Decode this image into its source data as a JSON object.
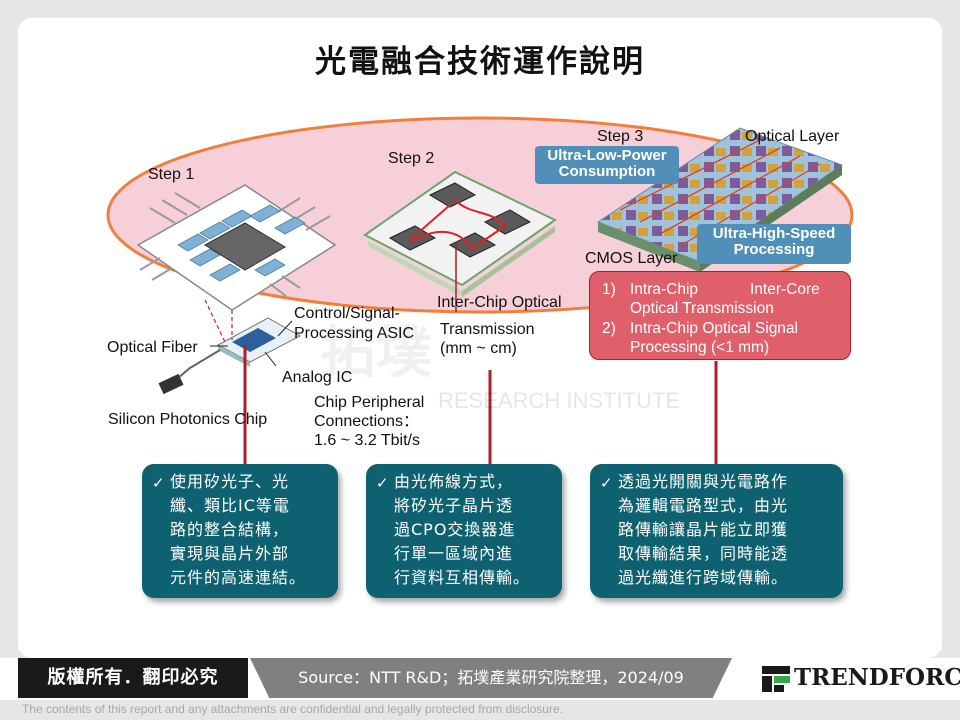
{
  "title": "光電融合技術運作說明",
  "diagram": {
    "step1": "Step 1",
    "step2": "Step 2",
    "step3": "Step 3",
    "optical_layer": "Optical Layer",
    "cmos_layer": "CMOS Layer",
    "ultra_low_power": [
      "Ultra-Low-Power",
      "Consumption"
    ],
    "ultra_high_speed": [
      "Ultra-High-Speed",
      "Processing"
    ],
    "control_asic": [
      "Control/Signal-",
      "Processing ASIC"
    ],
    "inter_chip": "Inter-Chip Optical",
    "transmission": [
      "Transmission",
      "(mm ~ cm)"
    ],
    "optical_fiber": "Optical Fiber",
    "analog_ic": "Analog IC",
    "silicon_photonics": "Silicon Photonics Chip",
    "chip_peripheral": [
      "Chip Peripheral",
      "Connections：",
      "1.6 ~ 3.2 Tbit/s"
    ],
    "red_box": {
      "n1": "1)",
      "l1a": "Intra-Chip",
      "l1b": "Inter-Core",
      "l1c": "Optical Transmission",
      "n2": "2)",
      "l2a": "Intra-Chip  Optical  Signal",
      "l2b": "Processing (<1 mm)"
    }
  },
  "cards": [
    {
      "check": "✓",
      "text": "使用矽光子、光\n纖、類比IC等電\n路的整合結構，\n實現與晶片外部\n元件的高速連結。"
    },
    {
      "check": "✓",
      "text": "由光佈線方式，\n將矽光子晶片透\n過CPO交換器進\n行單一區域內進\n行資料互相傳輸。"
    },
    {
      "check": "✓",
      "text": "透過光開關與光電路作\n為邏輯電路型式，由光\n路傳輸讓晶片能立即獲\n取傳輸結果，同時能透\n過光纖進行跨域傳輸。"
    }
  ],
  "watermark": {
    "cn": "拓墣",
    "en": "RESEARCH INSTITUTE"
  },
  "footer": {
    "copyright": "版權所有．翻印必究",
    "source": "Source：NTT R&D；拓墣產業研究院整理，2024/09",
    "logo": "TRENDFORCE",
    "disclaimer": "The contents of this report and any attachments are confidential and legally protected from disclosure."
  },
  "colors": {
    "ellipse_fill": "#f7cfd8",
    "ellipse_stroke": "#f07f3c",
    "card_bg": "#0e6170",
    "connector": "#b11c2b",
    "badge": "#4f8fb8",
    "red_box": "#df5f6a"
  }
}
